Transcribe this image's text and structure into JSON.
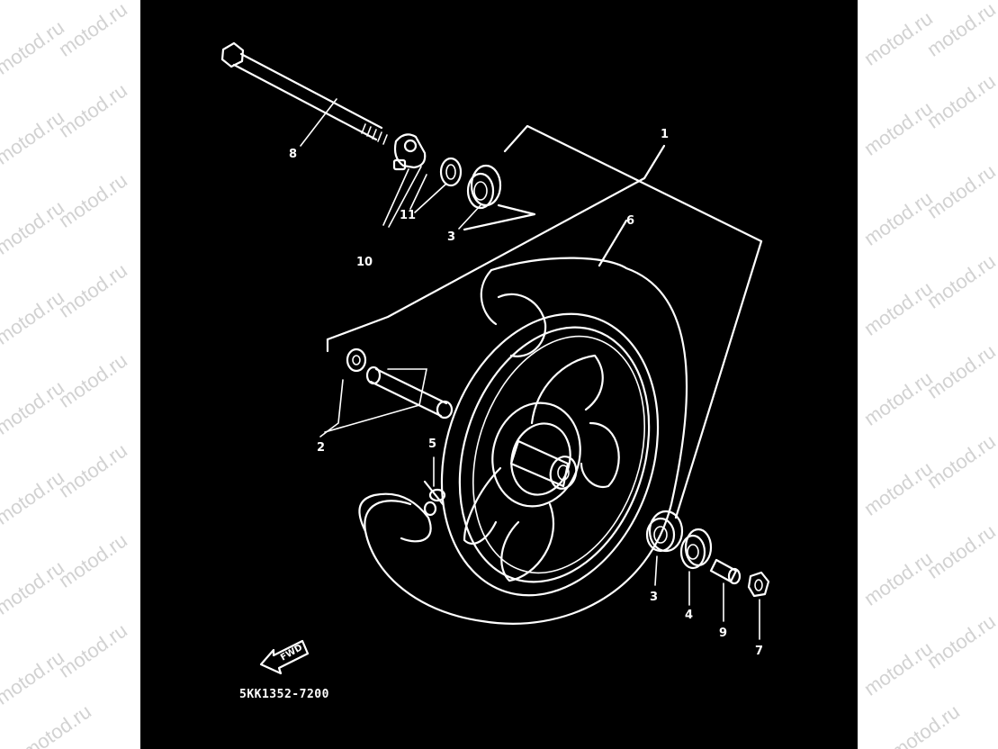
{
  "watermark": {
    "text": "motod.ru"
  },
  "diagram": {
    "drawing_code": "5KK1352-7200",
    "direction_label": "FWD",
    "callouts": {
      "part_1": "1",
      "part_2": "2",
      "part_3_upper": "3",
      "part_3_lower": "3",
      "part_4": "4",
      "part_5": "5",
      "part_6": "6",
      "part_7": "7",
      "part_8": "8",
      "part_9": "9",
      "part_10": "10",
      "part_11": "11"
    }
  }
}
